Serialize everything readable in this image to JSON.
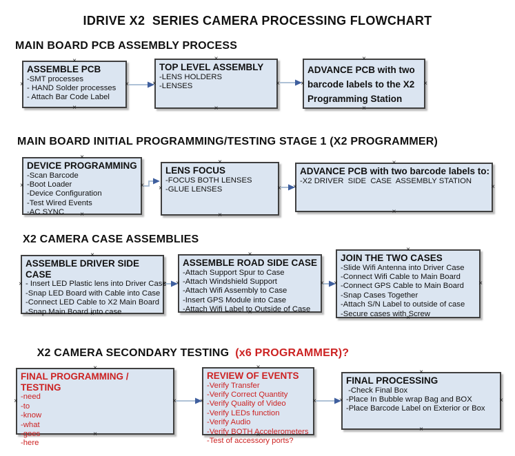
{
  "title": "IDRIVE X2  SERIES CAMERA PROCESSING FLOWCHART",
  "ui": {
    "handle_glyph": "×"
  },
  "colors": {
    "text": "#111111",
    "red_text": "#cc2222",
    "box_fill": "#dbe5f1",
    "box_border": "#3f3f3f",
    "arrow_line": "#a3b8d0",
    "arrow_head": "#3f5f9e"
  },
  "sections": [
    {
      "heading": "MAIN BOARD PCB ASSEMBLY PROCESS",
      "boxes": [
        {
          "title": "ASSEMBLE PCB",
          "lines": [
            "-SMT processes",
            "- HAND Solder processes",
            "- Attach Bar Code Label"
          ]
        },
        {
          "title": "TOP LEVEL ASSEMBLY",
          "lines": [
            "-LENS HOLDERS",
            "-LENSES"
          ]
        },
        {
          "title": "ADVANCE PCB with two barcode labels to the X2 Programming Station",
          "lines": []
        }
      ]
    },
    {
      "heading": "MAIN BOARD INITIAL PROGRAMMING/TESTING STAGE 1 (X2 PROGRAMMER)",
      "boxes": [
        {
          "title": "DEVICE PROGRAMMING",
          "lines": [
            "-Scan Barcode",
            "-Boot Loader",
            "-Device Configuration",
            "-Test Wired Events",
            "-AC SYNC"
          ]
        },
        {
          "title": "LENS FOCUS",
          "lines": [
            "-FOCUS BOTH LENSES",
            "-GLUE LENSES"
          ]
        },
        {
          "title": "ADVANCE PCB with two barcode labels to:",
          "lines": [
            "-X2 DRIVER  SIDE  CASE  ASSEMBLY STATION"
          ]
        }
      ]
    },
    {
      "heading": "X2 CAMERA CASE ASSEMBLIES",
      "boxes": [
        {
          "title": "ASSEMBLE DRIVER SIDE CASE",
          "lines": [
            "- Insert LED Plastic lens into Driver Case",
            "-Snap LED Board with Cable into Case",
            "-Connect LED Cable to X2 Main Board",
            "-Snap Main Board into case"
          ]
        },
        {
          "title": "ASSEMBLE ROAD SIDE CASE",
          "lines": [
            "-Attach Support Spur to Case",
            "-Attach Windshield Support",
            "-Attach Wifi Assembly to Case",
            "-Insert GPS Module into Case",
            "-Attach Wifi Label to Outside of Case"
          ]
        },
        {
          "title": "JOIN THE TWO CASES",
          "lines": [
            "-Slide Wifi Antenna into Driver Case",
            "-Connect Wifi Cable to Main Board",
            "-Connect GPS Cable to Main Board",
            "-Snap Cases Together",
            "-Attach S/N Label to outside of case",
            "-Secure cases with Screw"
          ]
        }
      ]
    },
    {
      "heading": "X2 CAMERA SECONDARY TESTING",
      "heading_suffix": "(x6 PROGRAMMER)?",
      "boxes": [
        {
          "title": "FINAL PROGRAMMING / TESTING",
          "lines": [
            "-need",
            "-to",
            "-know",
            "-what",
            "-goes",
            "-here"
          ]
        },
        {
          "title": "REVIEW OF EVENTS",
          "lines": [
            "-Verify Transfer",
            "-Verify Correct Quantity",
            "-Verify Quality of Video",
            "-Verify LEDs function",
            "-Verify Audio",
            "-Verify BOTH Accelerometers",
            "-Test of accessory ports?"
          ]
        },
        {
          "title": "FINAL PROCESSING",
          "lines": [
            " -Check Final Box",
            "-Place In Bubble wrap Bag and BOX",
            "-Place Barcode Label on Exterior or Box"
          ]
        }
      ]
    }
  ]
}
